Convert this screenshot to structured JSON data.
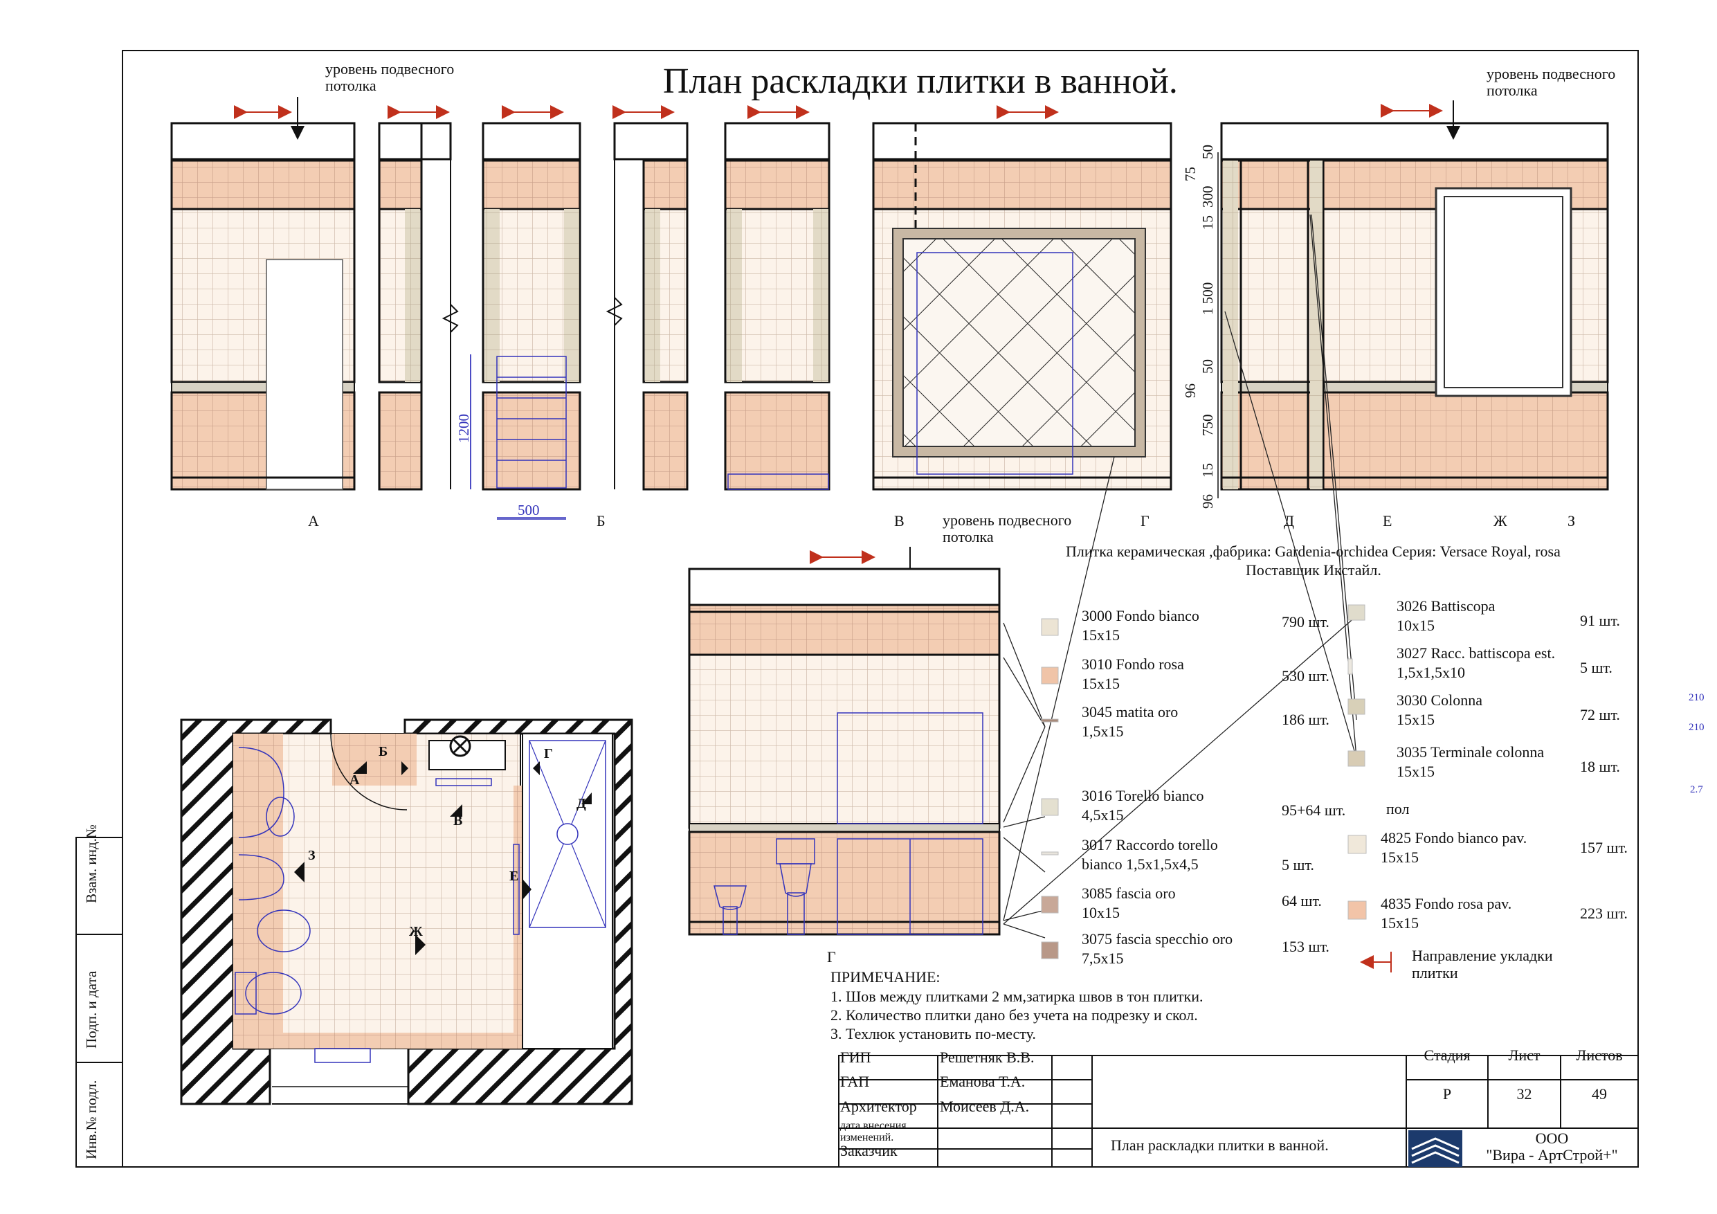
{
  "title": "План раскладки плитки в ванной.",
  "ceiling_note": "уровень подвесного потолка",
  "elevation_labels": [
    "А",
    "Б",
    "В",
    "Г",
    "Д",
    "Е",
    "Ж",
    "З"
  ],
  "section_label": "Г",
  "dims": {
    "h1200": "1200",
    "w500": "500",
    "right_stack": [
      "50",
      "75",
      "300",
      "15",
      "1 500",
      "50",
      "96",
      "750",
      "15",
      "96"
    ]
  },
  "plan_markers": [
    "А",
    "Б",
    "В",
    "Г",
    "Д",
    "Е",
    "Ж",
    "З"
  ],
  "tile_header": {
    "line1": "Плитка керамическая ,фабрика: Gardenia-orchidea Серия: Versace Royal, rosa",
    "line2": "Поставщик Икстайл."
  },
  "legend_left": [
    {
      "name": "3000 Fondo bianco",
      "size": "15x15",
      "count": "790  шт.",
      "swatch": "#ece4d4"
    },
    {
      "name": "3010 Fondo rosa",
      "size": "15x15",
      "count": "530  шт.",
      "swatch": "#f0c4a8"
    },
    {
      "name": "3045 matita oro",
      "size": "1,5x15",
      "count": "186  шт.",
      "swatch": "#a88a7a"
    },
    {
      "name": "3016 Torello bianco",
      "size": "4,5x15",
      "count": "95+64  шт.",
      "swatch": "#e4e0d0"
    },
    {
      "name": "3017 Raccordo torello",
      "size": "bianco 1,5x1,5x4,5",
      "count": "5  шт.",
      "swatch": "#e8e4dc"
    },
    {
      "name": "3085 fascia oro",
      "size": "10x15",
      "count": "64  шт.",
      "swatch": "#c8a898"
    },
    {
      "name": "3075 fascia specchio oro",
      "size": "7,5x15",
      "count": "153  шт.",
      "swatch": "#b89888"
    }
  ],
  "legend_right": [
    {
      "name": "3026 Battiscopa",
      "size": "10x15",
      "count": "91  шт.",
      "swatch": "#e0dccc"
    },
    {
      "name": "3027 Racc. battiscopa est.",
      "size": "1,5x1,5x10",
      "count": "5  шт.",
      "swatch": "#ece8e0"
    },
    {
      "name": "3030 Colonna",
      "size": "15x15",
      "count": "72  шт.",
      "swatch": "#d8d0b8"
    },
    {
      "name": "3035 Terminale colonna",
      "size": "15x15",
      "count": "18  шт.",
      "swatch": "#d8ccb4"
    }
  ],
  "floor_label": "пол",
  "legend_floor": [
    {
      "name": "4825 Fondo bianco pav.",
      "size": "15x15",
      "count": "157  шт.",
      "swatch": "#f0e8da"
    },
    {
      "name": "4835 Fondo rosa pav.",
      "size": "15x15",
      "count": "223  шт.",
      "swatch": "#f2c4a8"
    }
  ],
  "margin_numbers": [
    "210",
    "210",
    "2.7"
  ],
  "direction_note": "Направление укладки плитки",
  "notes": {
    "head": "ПРИМЕЧАНИЕ:",
    "items": [
      "1. Шов между плитками 2 мм,затирка швов в тон плитки.",
      "2. Количество плитки дано без учета на подрезку и скол.",
      "3. Техлюк  установить по-месту."
    ]
  },
  "side_stamp": [
    "Взам. инд.№",
    "Подп. и дата",
    "Инв.№ подл."
  ],
  "title_block": {
    "roles": [
      {
        "role": "ГИП",
        "name": "Решетняк В.В."
      },
      {
        "role": "ГАП",
        "name": "Еманова Т.А."
      },
      {
        "role": "Архитектор",
        "name": "Моисеев Д.А."
      },
      {
        "role": "дата  внесения изменений.",
        "name": ""
      },
      {
        "role": "Заказчик",
        "name": ""
      }
    ],
    "stage_h": "Стадия",
    "sheet_h": "Лист",
    "sheets_h": "Листов",
    "stage": "Р",
    "sheet": "32",
    "sheets": "49",
    "drawing_name": "План раскладки плитки в ванной.",
    "company_1": "ООО",
    "company_2": "\"Вира - АртСтрой+\""
  },
  "colors": {
    "rosa": "#f3cdb3",
    "bianco": "#fcf3ea",
    "band": "#dcd8cc",
    "grid": "#c8b4a4",
    "arrow": "#c0301c",
    "blue": "#3333bb"
  }
}
